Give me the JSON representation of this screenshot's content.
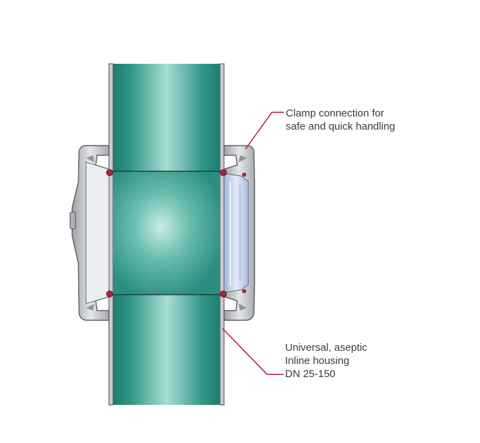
{
  "callouts": {
    "clamp": {
      "line1": "Clamp connection for",
      "line2": "safe and quick handling"
    },
    "housing": {
      "line1": "Universal, aseptic",
      "line2": "Inline housing",
      "line3": "DN 25-150"
    }
  },
  "colors": {
    "pipe": "#2f9a8a",
    "pipe_highlight": "#a9ddd3",
    "steel": "#c6c9cc",
    "steel_outline": "#4a4a4a",
    "seal": "#a8243a",
    "glass": "#c9d8f0",
    "leader": "#b5182d"
  }
}
